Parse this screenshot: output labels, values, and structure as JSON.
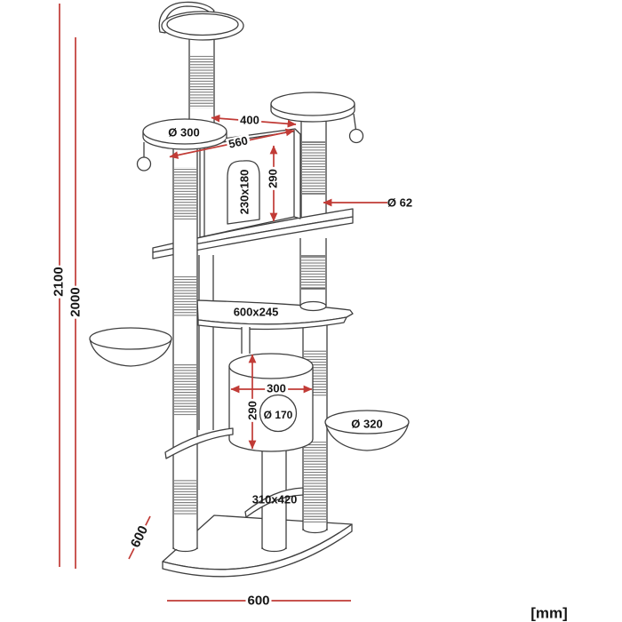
{
  "unit": "[mm]",
  "colors": {
    "dimension_line": "#c13b36",
    "drawing_outline": "#3f3f3f",
    "label_text": "#161616",
    "background": "#ffffff"
  },
  "dimensions": {
    "total_height": "2100",
    "secondary_height": "2000",
    "top_spacing": "400",
    "house_top_diagonal": "560",
    "top_platform_diameter": "Ø 300",
    "house_height": "290",
    "house_door_size": "230x180",
    "post_diameter": "Ø 62",
    "middle_shelf_size": "600x245",
    "barrel_width": "300",
    "barrel_height": "290",
    "barrel_hole_diameter": "Ø 170",
    "hammock_diameter": "Ø 320",
    "lower_step_size": "310x420",
    "base_side_depth": "600",
    "base_front_width": "600"
  }
}
